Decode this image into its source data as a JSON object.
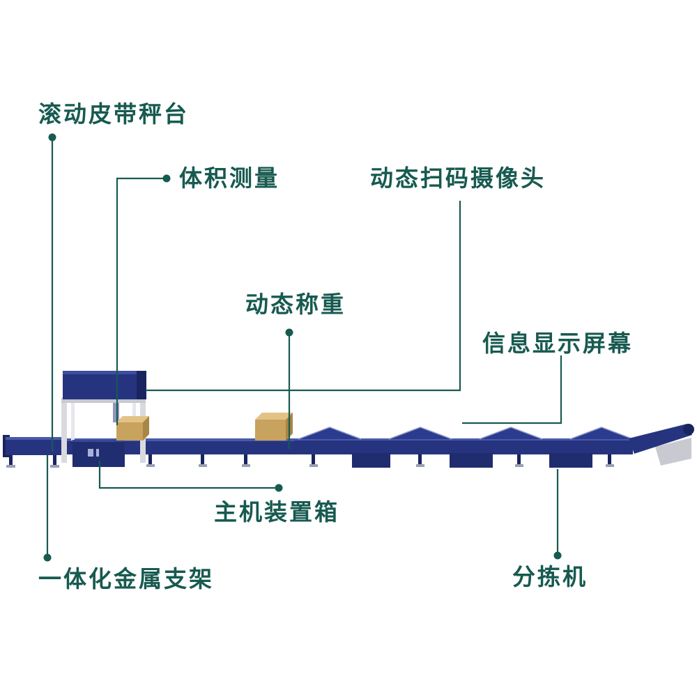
{
  "page": {
    "background": "#ffffff",
    "description_type": "labeled equipment diagram"
  },
  "colors": {
    "label_text": "#175a50",
    "leader_line": "#175a50",
    "machine_navy": "#26347f",
    "machine_navy_dark": "#1a2560",
    "machine_navy_light": "#4a5aa8",
    "frame_gray": "#d9dadf",
    "parcel_box_tan": "#c8a25f"
  },
  "annotations": {
    "rolling_belt_scale": {
      "label": "滚动皮带秤台"
    },
    "volume_measurement": {
      "label": "体积测量"
    },
    "dynamic_scan_camera": {
      "label": "动态扫码摄像头"
    },
    "dynamic_weighing": {
      "label": "动态称重"
    },
    "info_display_screen": {
      "label": "信息显示屏幕"
    },
    "main_unit_box": {
      "label": "主机装置箱"
    },
    "integrated_metal_bracket": {
      "label": "一体化金属支架"
    },
    "sorter": {
      "label": "分拣机"
    }
  }
}
